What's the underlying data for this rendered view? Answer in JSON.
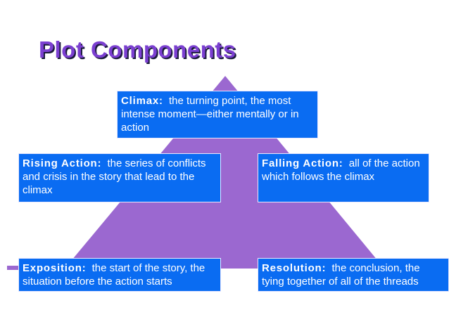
{
  "title": "Plot Components",
  "colors": {
    "title": "#7b3fd1",
    "pyramid": "#9b68d0",
    "box": "#0a6cf2",
    "box_text": "#ffffff"
  },
  "boxes": {
    "climax": {
      "term": "Climax:",
      "text": "the turning point, the most intense moment—either mentally or in action"
    },
    "rising": {
      "term": "Rising Action:",
      "text": "the series of conflicts and crisis in the story that lead to the climax"
    },
    "falling": {
      "term": "Falling Action:",
      "text": "all of the action which follows the climax"
    },
    "exposition": {
      "term": "Exposition:",
      "text": "the start of the story, the situation before the action starts"
    },
    "resolution": {
      "term": "Resolution:",
      "text": "the conclusion, the tying together of all of the threads"
    }
  }
}
